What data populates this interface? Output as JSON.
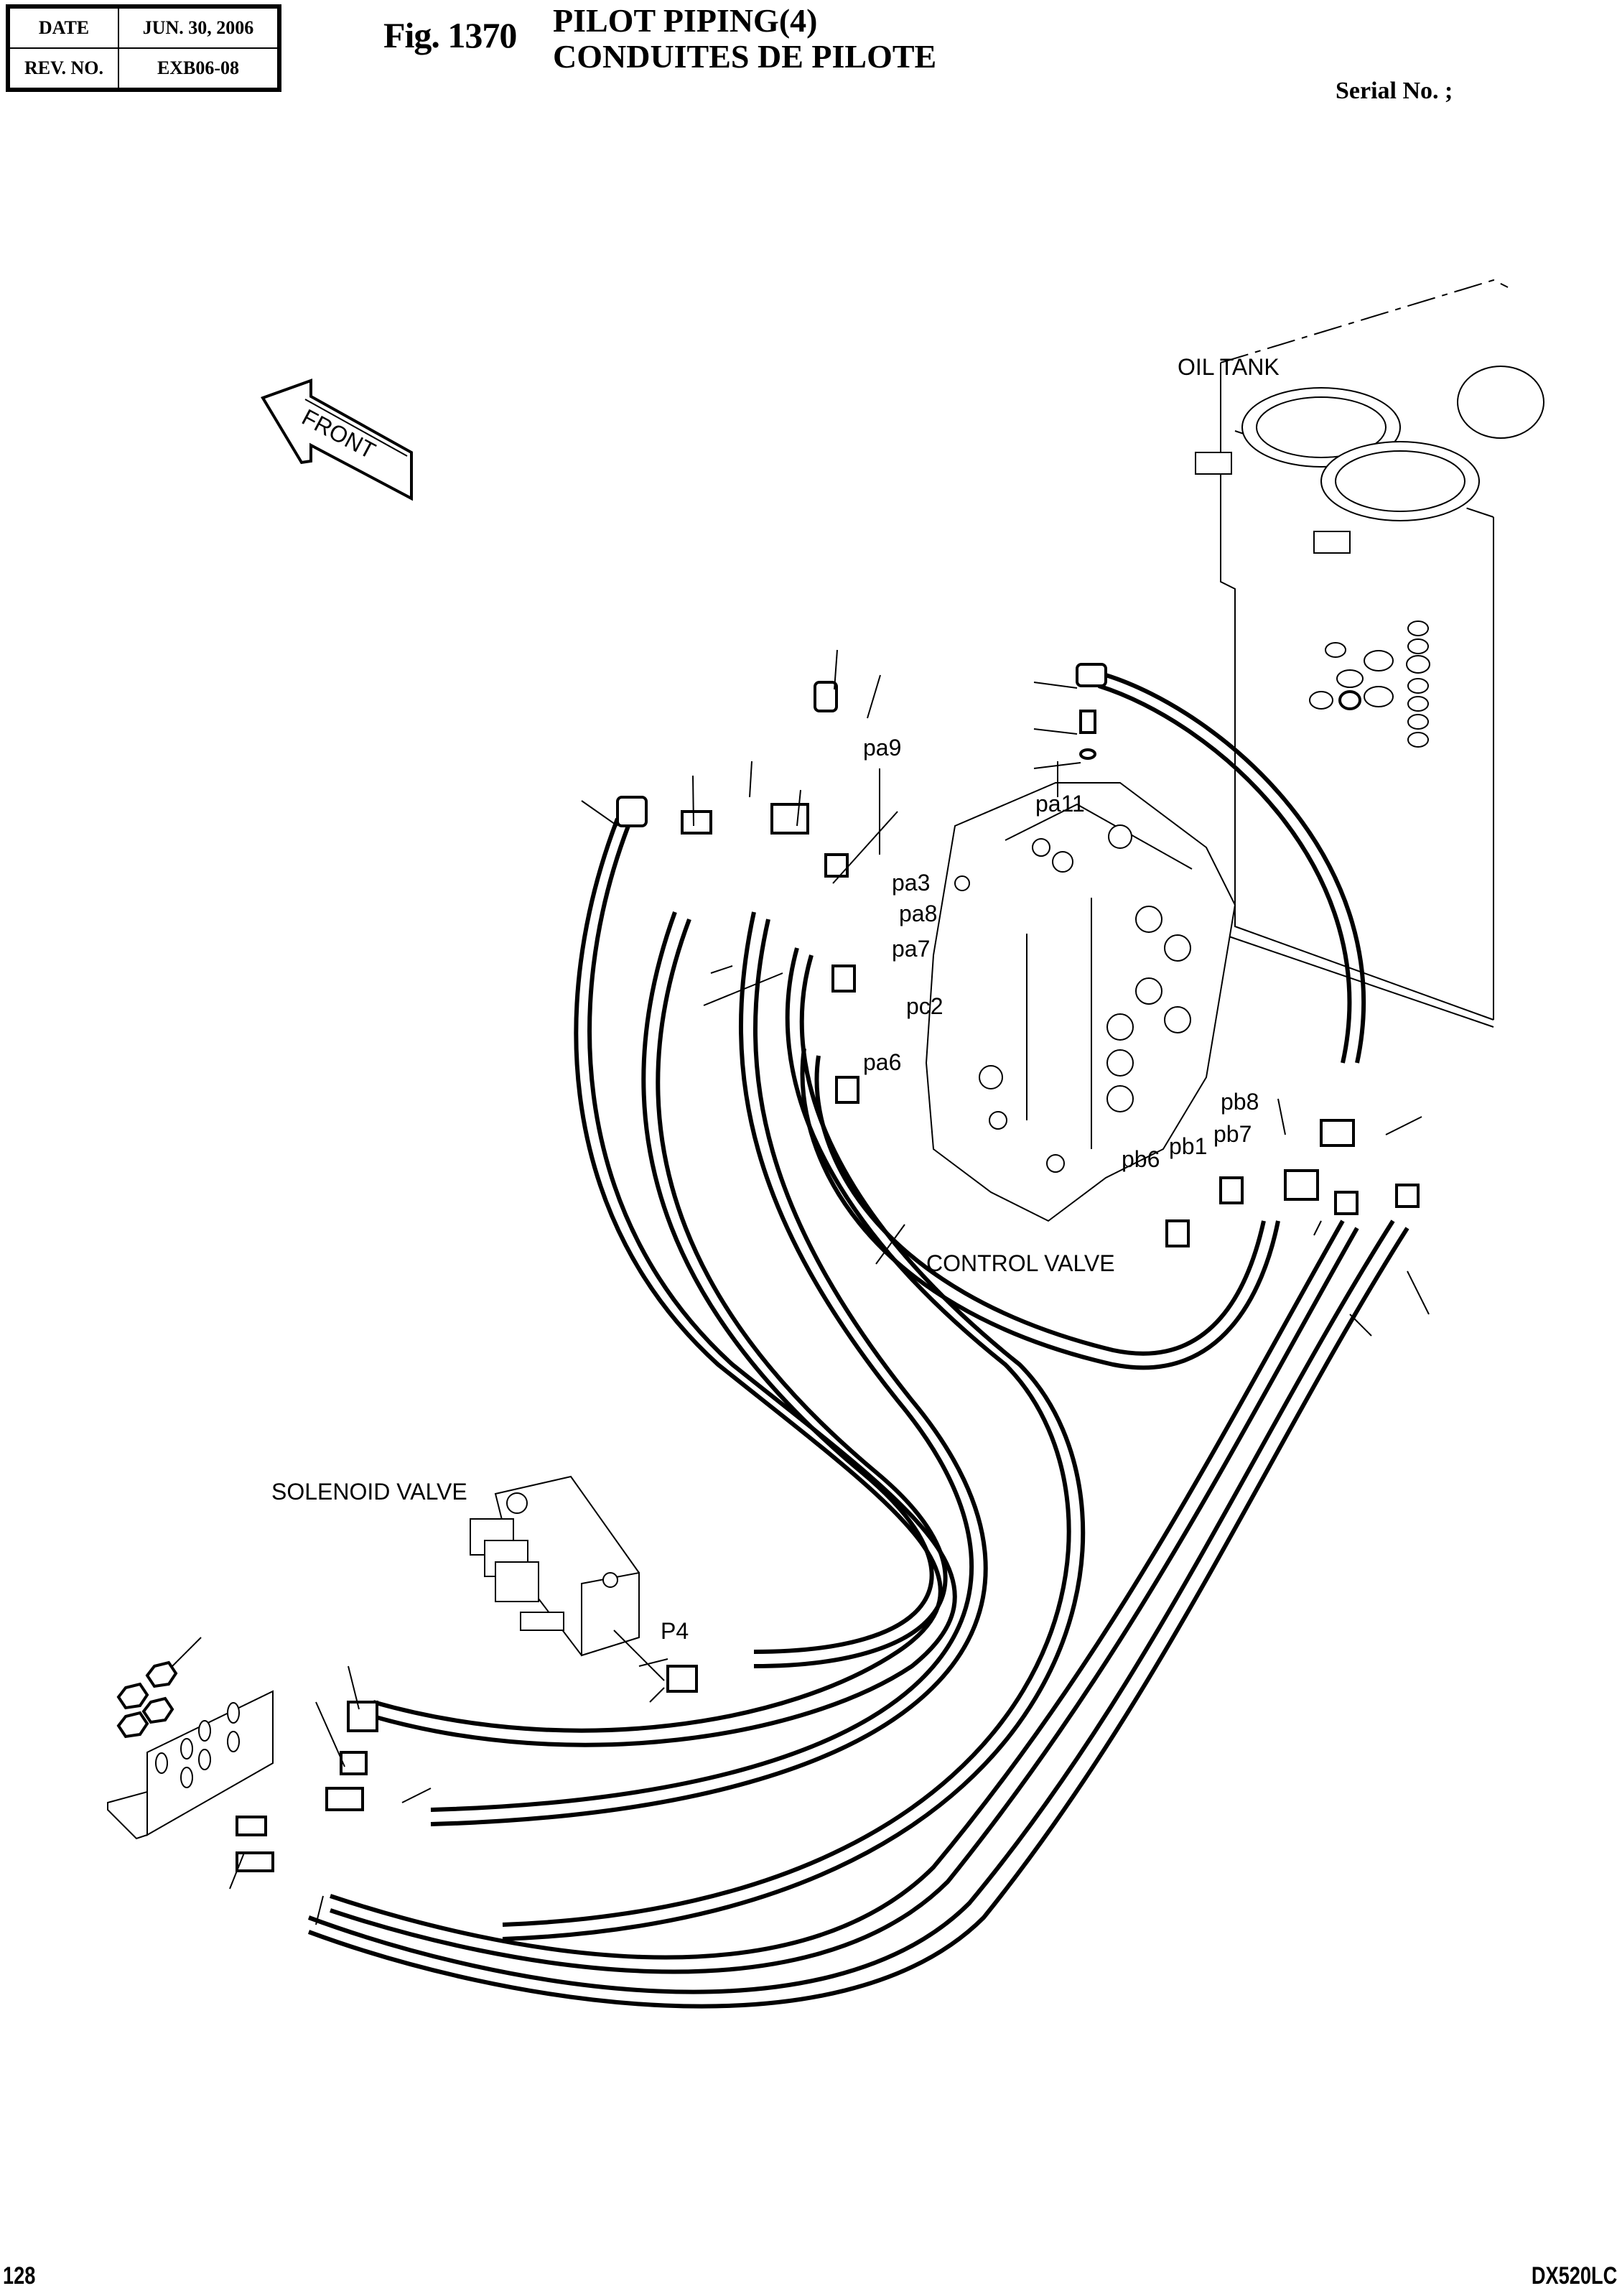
{
  "header": {
    "date_label": "DATE",
    "date_value": "JUN. 30, 2006",
    "rev_label": "REV. NO.",
    "rev_value": "EXB06-08",
    "figure_number": "Fig. 1370",
    "title_en": "PILOT PIPING(4)",
    "title_fr": "CONDUITES  DE  PILOTE",
    "serial_label": "Serial No. ;"
  },
  "diagram": {
    "front_arrow": "FRONT",
    "components": {
      "oil_tank": "OIL TANK",
      "control_valve": "CONTROL VALVE",
      "solenoid_valve": "SOLENOID VALVE"
    },
    "port_labels": {
      "pa9": "pa9",
      "pa11": "pa11",
      "pa3": "pa3",
      "pa8": "pa8",
      "pa7": "pa7",
      "pc2": "pc2",
      "pa6": "pa6",
      "pb8": "pb8",
      "pb7": "pb7",
      "pb1": "pb1",
      "pb6": "pb6",
      "p4": "P4"
    }
  },
  "footer": {
    "page_number": "128",
    "model": "DX520LC"
  }
}
